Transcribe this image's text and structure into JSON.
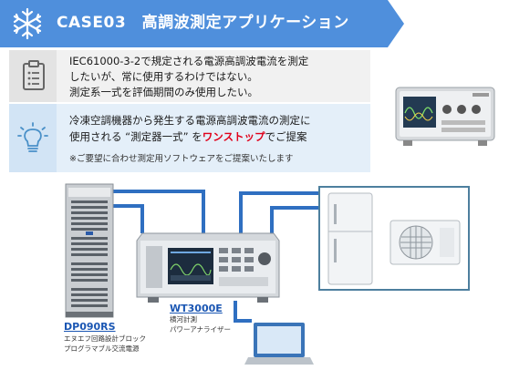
{
  "header": {
    "title": "CASE03　高調波測定アプリケーション",
    "icon": "snowflake-icon",
    "color": "#4f8fdc"
  },
  "row1": {
    "icon": "clipboard-icon",
    "lines": [
      "IEC61000-3-2で規定される電源高調波電流を測定",
      "したいが、常に使用するわけではない。",
      "測定系一式を評価期間のみ使用したい。"
    ]
  },
  "row2": {
    "icon": "lightbulb-icon",
    "line1": "冷凍空調機器から発生する電源高調波電流の測定に",
    "line2_prefix": "使用される “測定器一式” を",
    "line2_emph": "ワンストップ",
    "line2_suffix": "でご提案",
    "note": "※ご要望に合わせ測定用ソフトウェアをご提案いたします"
  },
  "devices": {
    "dp": {
      "name": "DP090RS",
      "sub1": "エヌエフ回路設計ブロック",
      "sub2": "プログラマブル交流電源"
    },
    "wt": {
      "name": "WT3000E",
      "sub1": "横河計測",
      "sub2": "パワーアナライザー"
    }
  }
}
